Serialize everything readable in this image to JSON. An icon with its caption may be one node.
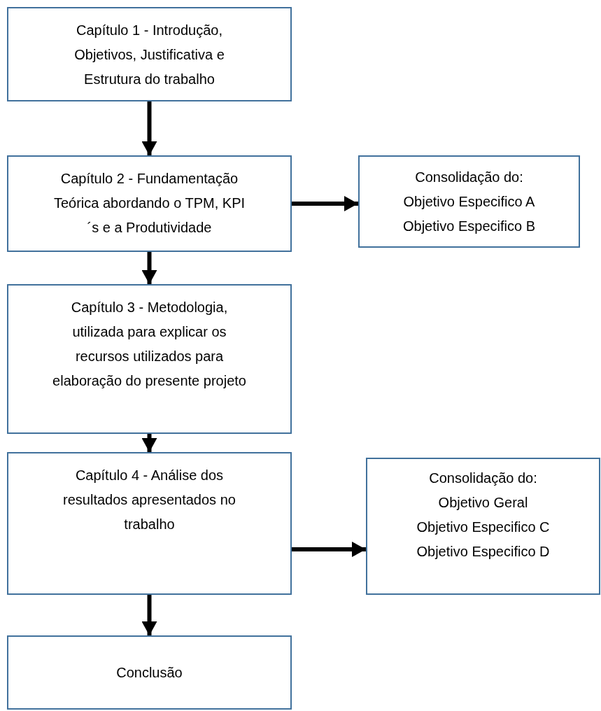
{
  "diagram": {
    "nodes": [
      {
        "text": [
          "Capítulo 1 - Introdução, Objetivos, Justificativa e Estrutura do trabalho"
        ]
      },
      {
        "text": [
          "Capítulo 2 - Fundamentação Teórica abordando o TPM, KPI´s e a Produtividade"
        ]
      },
      {
        "text": [
          "Consolidação do:",
          "Objetivo Especifico A",
          "Objetivo Especifico B"
        ]
      },
      {
        "text": [
          "Capítulo 3 - Metodologia, utilizada para explicar os recursos utilizados para elaboração do presente projeto"
        ]
      },
      {
        "text": [
          "Capítulo 4 - Análise dos resultados apresentados no trabalho"
        ]
      },
      {
        "text": [
          "Consolidação do:",
          "Objetivo Geral",
          "Objetivo Especifico C",
          "Objetivo Especifico D"
        ]
      },
      {
        "text": [
          "Conclusão"
        ]
      }
    ],
    "edges": [
      {
        "from": 0,
        "to": 1,
        "arrow": "to"
      },
      {
        "from": 1,
        "to": 2,
        "arrow": "to"
      },
      {
        "from": 1,
        "to": 3,
        "arrow": "to"
      },
      {
        "from": 3,
        "to": 4,
        "arrow": "to"
      },
      {
        "from": 4,
        "to": 5,
        "arrow": "to"
      },
      {
        "from": 4,
        "to": 6,
        "arrow": "to"
      }
    ]
  }
}
